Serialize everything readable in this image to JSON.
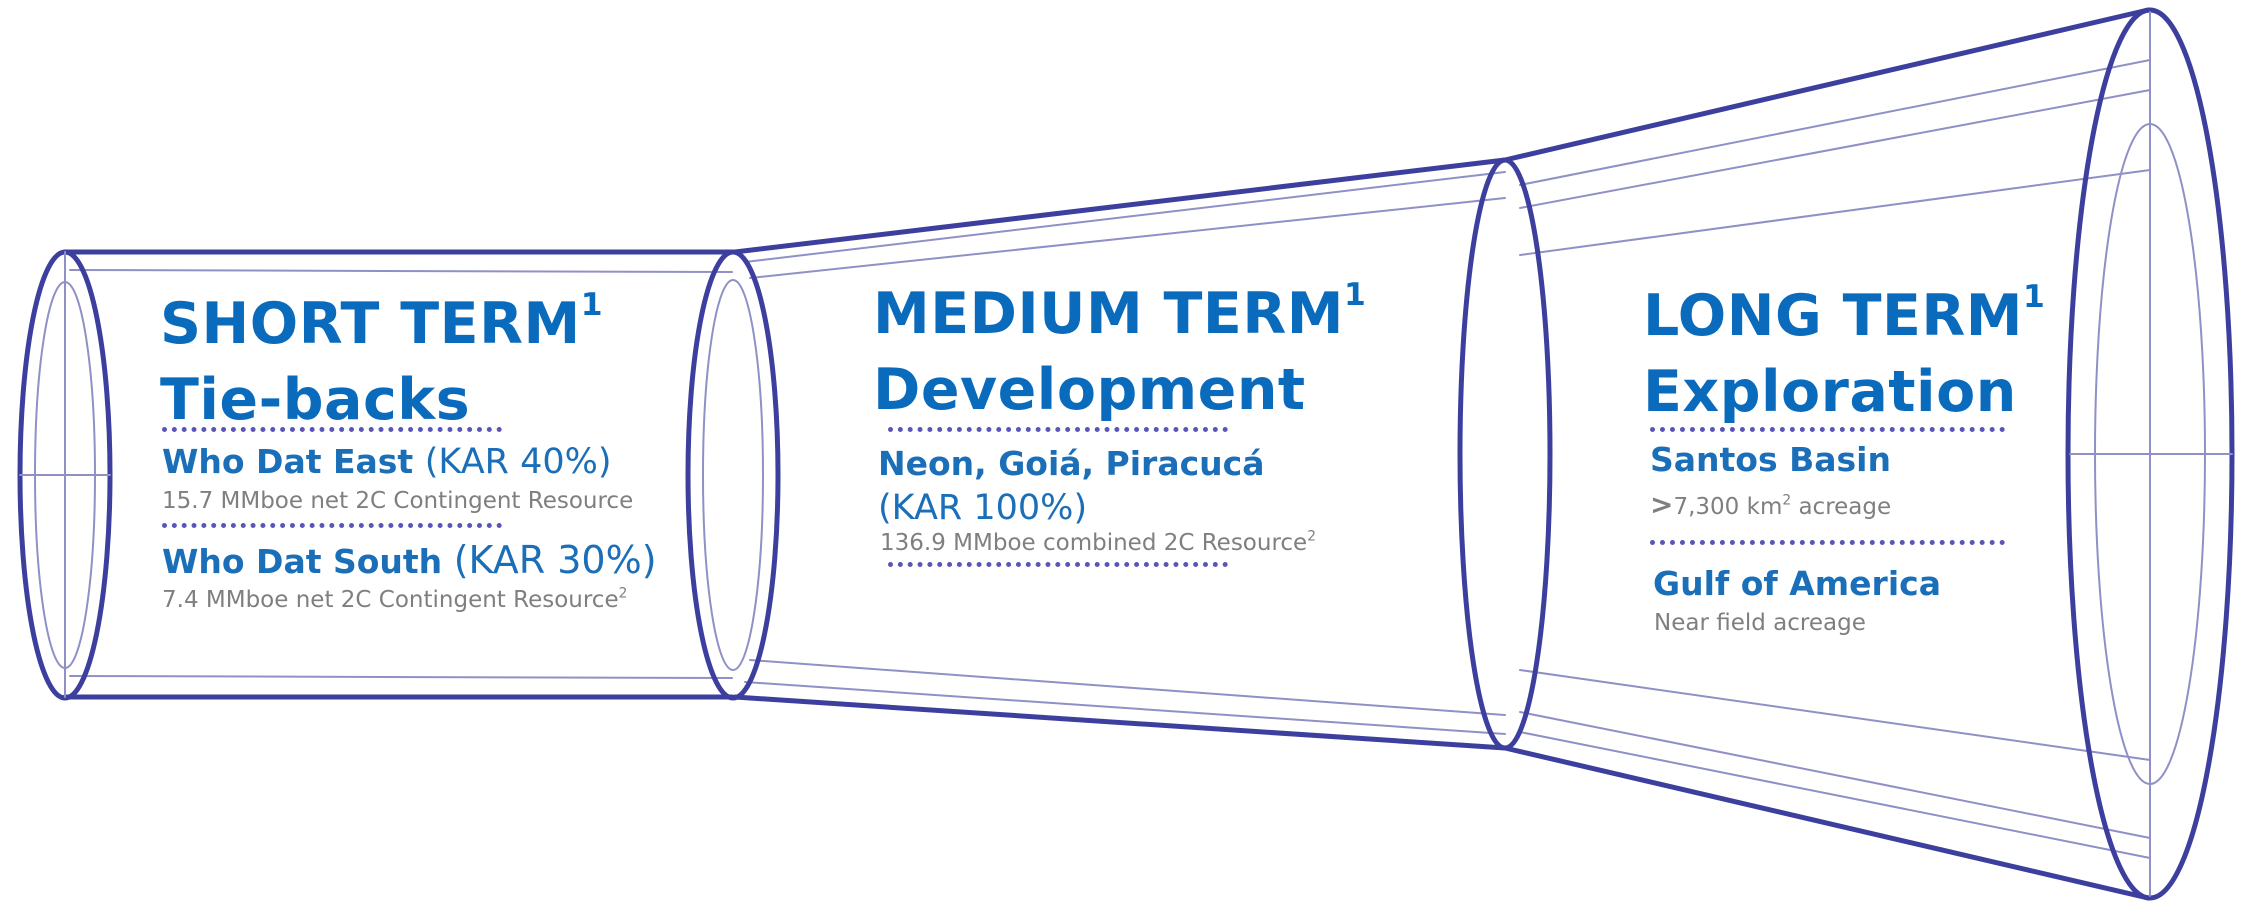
{
  "colors": {
    "heading": "#0a6bbd",
    "item": "#1a6fb8",
    "subtext": "#7f7f7f",
    "outline": "#3d3f9e",
    "inner_line": "#8f90c6",
    "dotted": "#5a56b8"
  },
  "short_term": {
    "title": "SHORT TERM",
    "title_sup": "1",
    "subtitle": "Tie-backs",
    "items": [
      {
        "name": "Who Dat East",
        "kar": "(KAR 40%)",
        "detail": "15.7 MMboe net 2C Contingent Resource",
        "detail_sup": ""
      },
      {
        "name": "Who Dat South",
        "kar": "(KAR 30%)",
        "detail": "7.4 MMboe net 2C Contingent Resource",
        "detail_sup": "2"
      }
    ]
  },
  "medium_term": {
    "title": "MEDIUM TERM",
    "title_sup": "1",
    "subtitle": "Development",
    "items": [
      {
        "name": "Neon, Goiá, Piracucá",
        "kar": "(KAR 100%)",
        "detail": "136.9 MMboe combined 2C Resource",
        "detail_sup": "2"
      }
    ]
  },
  "long_term": {
    "title": "LONG TERM",
    "title_sup": "1",
    "subtitle": "Exploration",
    "items": [
      {
        "name": "Santos Basin",
        "detail_prefix": ">",
        "detail_main": "7,300 km",
        "detail_sup": "2",
        "detail_suffix": " acreage"
      },
      {
        "name": "Gulf of America",
        "detail": "Near field acreage"
      }
    ]
  }
}
